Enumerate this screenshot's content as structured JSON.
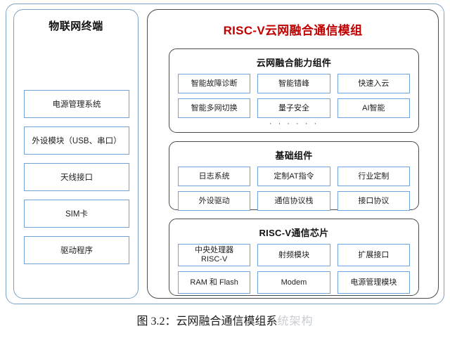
{
  "figure": {
    "caption_main": "图 3.2：云网融合通信模组系",
    "caption_faded": "统架构",
    "accent_red": "#c00000",
    "accent_blue": "#6fa3da",
    "frame_gray": "#4a4a4a"
  },
  "terminal_panel": {
    "title": "物联网终端",
    "items": [
      {
        "label": "电源管理系统"
      },
      {
        "label": "外设模块（USB、串口）"
      },
      {
        "label": "天线接口"
      },
      {
        "label": "SIM卡"
      },
      {
        "label": "驱动程序"
      }
    ]
  },
  "module_panel": {
    "title": "RISC-V云网融合通信模组",
    "groups": [
      {
        "title": "云网融合能力组件",
        "cells": [
          "智能故障诊断",
          "智能错峰",
          "快速入云",
          "智能多网切换",
          "量子安全",
          "AI智能"
        ],
        "ellipsis": "· · · · · ·"
      },
      {
        "title": "基础组件",
        "cells": [
          "日志系统",
          "定制AT指令",
          "行业定制",
          "外设驱动",
          "通信协议栈",
          "接口协议"
        ]
      },
      {
        "title": "RISC-V通信芯片",
        "cells": [
          "中央处理器\nRISC-V",
          "射频模块",
          "扩展接口",
          "RAM 和 Flash",
          "Modem",
          "电源管理模块"
        ]
      }
    ]
  }
}
